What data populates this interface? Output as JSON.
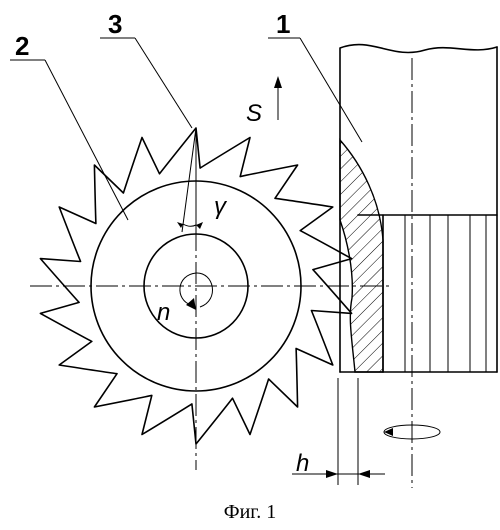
{
  "callouts": {
    "part_1": "1",
    "part_2": "2",
    "part_3": "3"
  },
  "symbols": {
    "feed": "S",
    "rotation": "n",
    "angle": "γ",
    "depth": "h"
  },
  "caption": "Фиг. 1"
}
